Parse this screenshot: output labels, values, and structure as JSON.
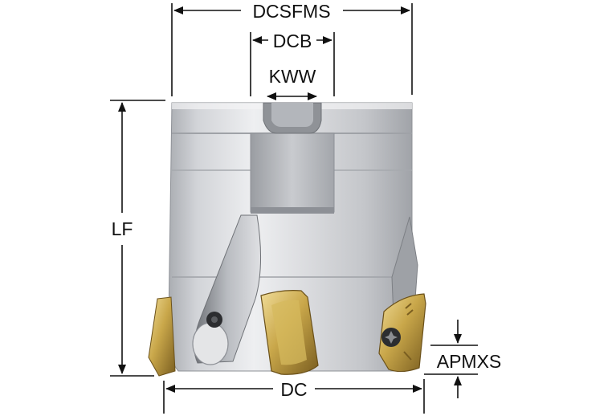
{
  "diagram": {
    "labels": {
      "dcsfms": "DCSFMS",
      "dcb": "DCB",
      "kww": "KWW",
      "lf": "LF",
      "apmxs": "APMXS",
      "dc": "DC"
    },
    "colors": {
      "dimension_line": "#111111",
      "body_light": "#e4e5e7",
      "body_mid": "#bfc1c5",
      "body_dark": "#8d9096",
      "insert_gold": "#c9a74a",
      "insert_dark": "#7a5e20",
      "insert_light": "#e7cf86",
      "screw": "#2c2d30"
    }
  }
}
